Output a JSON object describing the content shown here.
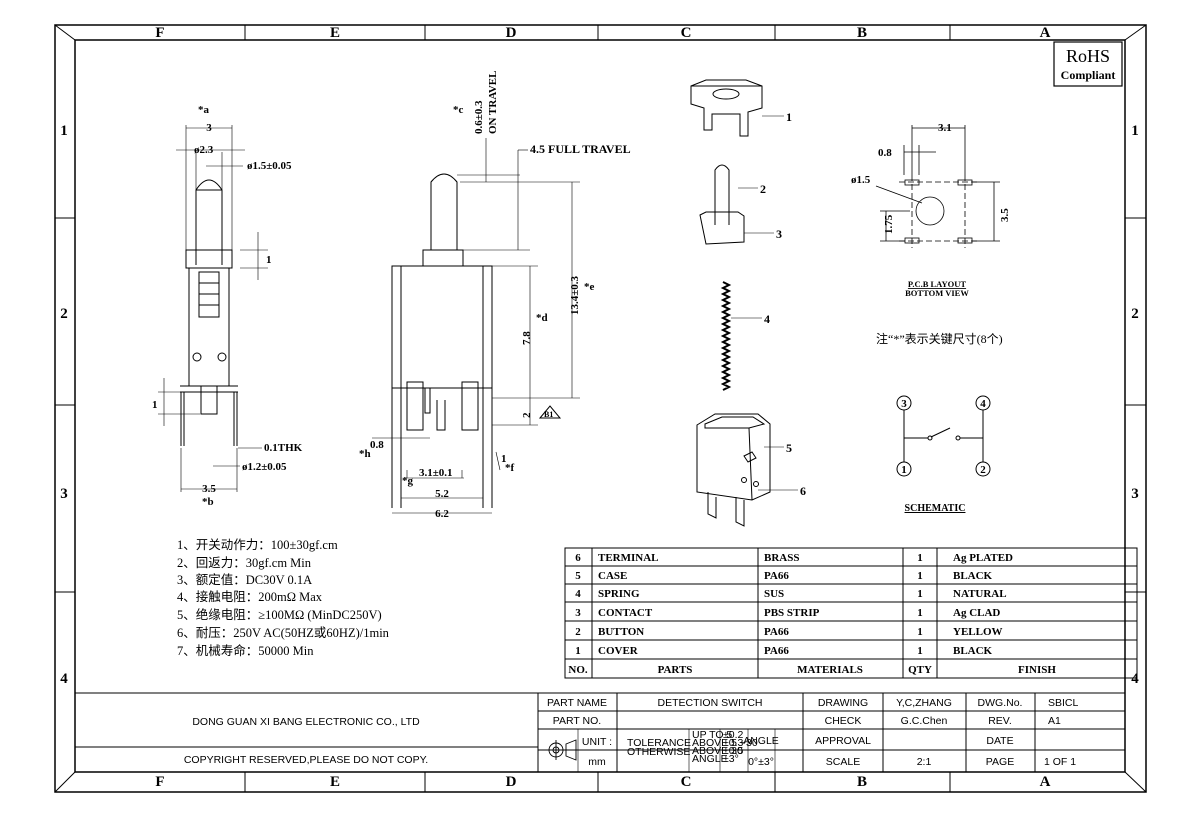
{
  "frame": {
    "columns": [
      "F",
      "E",
      "D",
      "C",
      "B",
      "A"
    ],
    "rows": [
      "1",
      "2",
      "3",
      "4"
    ]
  },
  "rohs": {
    "line1": "RoHS",
    "line2": "Compliant"
  },
  "dims": {
    "a": "*a",
    "w3": "3",
    "d23": "ø2.3",
    "d15": "ø1.5±0.05",
    "one_a": "1",
    "one_b": "1",
    "thk": "0.1THK",
    "d12": "ø1.2±0.05",
    "w35": "3.5",
    "b": "*b",
    "c": "*c",
    "on_travel": "0.6±0.3",
    "on_travel2": "ON TRAVEL",
    "full_travel": "4.5 FULL TRAVEL",
    "h134": "13.4±0.3",
    "e": "*e",
    "h78": "7.8",
    "d": "*d",
    "two": "2",
    "b1": "B1",
    "h08": "0.8",
    "h": "*h",
    "w31": "3.1±0.1",
    "g": "*g",
    "w52": "5.2",
    "w62": "6.2",
    "one_f": "1",
    "f": "*f"
  },
  "callouts": [
    "1",
    "2",
    "3",
    "4",
    "5",
    "6"
  ],
  "pcb": {
    "w31": "3.1",
    "w08": "0.8",
    "d15": "ø1.5",
    "h175": "1.75",
    "h35": "3.5",
    "title1": "P.C.B LAYOUT",
    "title2": "BOTTOM VIEW"
  },
  "cn_note": "注“*”表示关键尺寸(8个)",
  "schematic": {
    "p3": "3",
    "p4": "4",
    "p1": "1",
    "p2": "2",
    "label": "SCHEMATIC"
  },
  "notes": [
    "1、开关动作力：100±30gf.cm",
    "2、回返力：30gf.cm  Min",
    "3、额定值：DC30V 0.1A",
    "4、接触电阻：200mΩ  Max",
    "5、绝缘电阻：≥100MΩ (MinDC250V)",
    "6、耐压：250V AC(50HZ或60HZ)/1min",
    "7、机械寿命：50000 Min"
  ],
  "parts": {
    "rows": [
      [
        "6",
        "TERMINAL",
        "BRASS",
        "1",
        "Ag PLATED"
      ],
      [
        "5",
        "CASE",
        "PA66",
        "1",
        "BLACK"
      ],
      [
        "4",
        "SPRING",
        "SUS",
        "1",
        "NATURAL"
      ],
      [
        "3",
        "CONTACT",
        "PBS STRIP",
        "1",
        "Ag CLAD"
      ],
      [
        "2",
        "BUTTON",
        "PA66",
        "1",
        "YELLOW"
      ],
      [
        "1",
        "COVER",
        "PA66",
        "1",
        "BLACK"
      ]
    ],
    "header": [
      "NO.",
      "PARTS",
      "MATERIALS",
      "QTY",
      "FINISH"
    ]
  },
  "title_block": {
    "company": "DONG GUAN XI BANG ELECTRONIC CO., LTD",
    "copyright": "COPYRIGHT  RESERVED,PLEASE  DO  NOT  COPY.",
    "part_name_label": "PART NAME",
    "part_name": "DETECTION SWITCH",
    "part_no_label": "PART NO.",
    "unit_label": "UNIT :",
    "unit": "mm",
    "tolerance1": "TOLERANCE",
    "tolerance2": "OTHERWISE",
    "tol_r1": "UP TO 5",
    "tol_r2": "ABOVE 5 ~30",
    "tol_r3": "ABOVE 30",
    "tol_r4": "ANGLE",
    "tol_v1": "±0.2",
    "tol_v2": "±0.3",
    "tol_v3": "±0.5",
    "tol_v4": "±3°",
    "angle_label": "ANGLE",
    "angle_value": "0°±3°",
    "drawing_label": "DRAWING",
    "drawing": "Y,C,ZHANG",
    "check_label": "CHECK",
    "check": "G.C.Chen",
    "approval_label": "APPROVAL",
    "scale_label": "SCALE",
    "scale": "2:1",
    "dwgno_label": "DWG.No.",
    "dwgno": "SBICL",
    "rev_label": "REV.",
    "rev": "A1",
    "date_label": "DATE",
    "page_label": "PAGE",
    "page": "1 OF 1"
  }
}
